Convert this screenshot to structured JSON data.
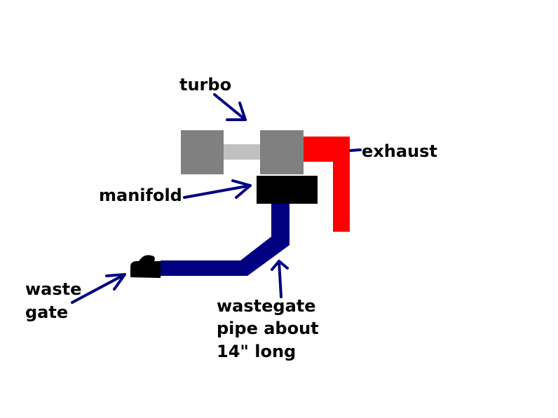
{
  "labels": {
    "turbo": "turbo",
    "exhaust": "exhaust",
    "manifold": "manifold",
    "waste_gate": [
      "waste",
      "gate"
    ],
    "wastegate_pipe": [
      "wastegate",
      "pipe about",
      "14\" long"
    ]
  },
  "colors": {
    "background": "#ffffff",
    "turbo_housing": "#808080",
    "turbo_shaft": "#c0c0c0",
    "exhaust_pipe": "#ff0000",
    "manifold": "#000000",
    "wastegate_pipe": "#000080",
    "wastegate": "#000000",
    "arrows": "#000080",
    "text": "#000000"
  }
}
